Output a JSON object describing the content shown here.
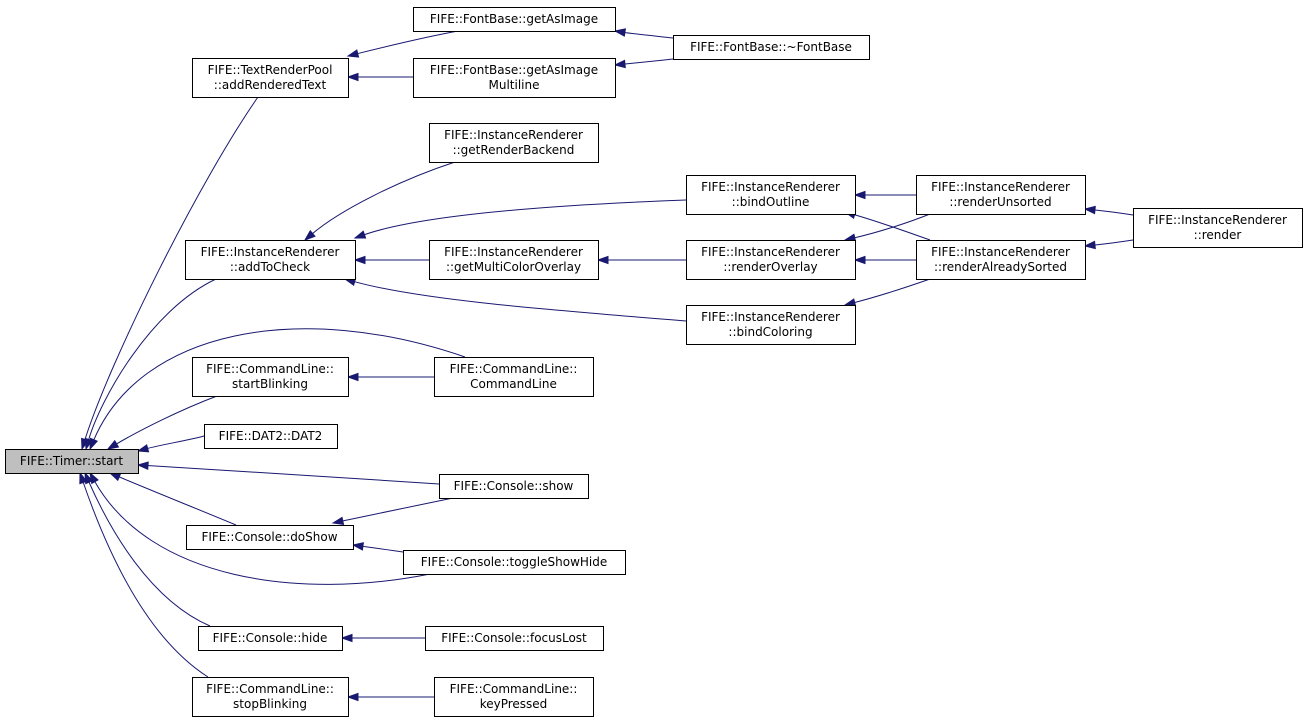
{
  "graph": {
    "nodes": [
      {
        "id": "timer_start",
        "lines": [
          "FIFE::Timer::start"
        ]
      },
      {
        "id": "trp_add",
        "lines": [
          "FIFE::TextRenderPool",
          "::addRenderedText"
        ]
      },
      {
        "id": "fb_getasimage",
        "lines": [
          "FIFE::FontBase::getAsImage"
        ]
      },
      {
        "id": "fb_getasimage_ml",
        "lines": [
          "FIFE::FontBase::getAsImage",
          "Multiline"
        ]
      },
      {
        "id": "fb_dtor",
        "lines": [
          "FIFE::FontBase::~FontBase"
        ]
      },
      {
        "id": "ir_getbackend",
        "lines": [
          "FIFE::InstanceRenderer",
          "::getRenderBackend"
        ]
      },
      {
        "id": "ir_addtocheck",
        "lines": [
          "FIFE::InstanceRenderer",
          "::addToCheck"
        ]
      },
      {
        "id": "ir_bindoutline",
        "lines": [
          "FIFE::InstanceRenderer",
          "::bindOutline"
        ]
      },
      {
        "id": "ir_getmulticolor",
        "lines": [
          "FIFE::InstanceRenderer",
          "::getMultiColorOverlay"
        ]
      },
      {
        "id": "ir_renderoverlay",
        "lines": [
          "FIFE::InstanceRenderer",
          "::renderOverlay"
        ]
      },
      {
        "id": "ir_bindcoloring",
        "lines": [
          "FIFE::InstanceRenderer",
          "::bindColoring"
        ]
      },
      {
        "id": "ir_renderunsorted",
        "lines": [
          "FIFE::InstanceRenderer",
          "::renderUnsorted"
        ]
      },
      {
        "id": "ir_renderalready",
        "lines": [
          "FIFE::InstanceRenderer",
          "::renderAlreadySorted"
        ]
      },
      {
        "id": "ir_render",
        "lines": [
          "FIFE::InstanceRenderer",
          "::render"
        ]
      },
      {
        "id": "cl_startblink",
        "lines": [
          "FIFE::CommandLine::",
          "startBlinking"
        ]
      },
      {
        "id": "cl_ctor",
        "lines": [
          "FIFE::CommandLine::",
          "CommandLine"
        ]
      },
      {
        "id": "dat2_ctor",
        "lines": [
          "FIFE::DAT2::DAT2"
        ]
      },
      {
        "id": "con_show",
        "lines": [
          "FIFE::Console::show"
        ]
      },
      {
        "id": "con_doshow",
        "lines": [
          "FIFE::Console::doShow"
        ]
      },
      {
        "id": "con_toggle",
        "lines": [
          "FIFE::Console::toggleShowHide"
        ]
      },
      {
        "id": "con_hide",
        "lines": [
          "FIFE::Console::hide"
        ]
      },
      {
        "id": "con_focuslost",
        "lines": [
          "FIFE::Console::focusLost"
        ]
      },
      {
        "id": "cl_stopblink",
        "lines": [
          "FIFE::CommandLine::",
          "stopBlinking"
        ]
      },
      {
        "id": "cl_keypressed",
        "lines": [
          "FIFE::CommandLine::",
          "keyPressed"
        ]
      }
    ],
    "edges": [
      {
        "from": "trp_add",
        "to": "timer_start"
      },
      {
        "from": "ir_addtocheck",
        "to": "timer_start"
      },
      {
        "from": "cl_ctor",
        "to": "timer_start"
      },
      {
        "from": "cl_startblink",
        "to": "timer_start"
      },
      {
        "from": "dat2_ctor",
        "to": "timer_start"
      },
      {
        "from": "con_show",
        "to": "timer_start"
      },
      {
        "from": "con_doshow",
        "to": "timer_start"
      },
      {
        "from": "con_toggle",
        "to": "timer_start"
      },
      {
        "from": "con_hide",
        "to": "timer_start"
      },
      {
        "from": "cl_stopblink",
        "to": "timer_start"
      },
      {
        "from": "fb_getasimage",
        "to": "trp_add"
      },
      {
        "from": "fb_getasimage_ml",
        "to": "trp_add"
      },
      {
        "from": "fb_dtor",
        "to": "fb_getasimage"
      },
      {
        "from": "fb_dtor",
        "to": "fb_getasimage_ml"
      },
      {
        "from": "ir_getbackend",
        "to": "ir_addtocheck"
      },
      {
        "from": "ir_bindoutline",
        "to": "ir_addtocheck"
      },
      {
        "from": "ir_getmulticolor",
        "to": "ir_addtocheck"
      },
      {
        "from": "ir_bindcoloring",
        "to": "ir_addtocheck"
      },
      {
        "from": "ir_renderoverlay",
        "to": "ir_getmulticolor"
      },
      {
        "from": "ir_renderunsorted",
        "to": "ir_bindoutline"
      },
      {
        "from": "ir_renderalready",
        "to": "ir_bindoutline"
      },
      {
        "from": "ir_renderunsorted",
        "to": "ir_renderoverlay"
      },
      {
        "from": "ir_renderalready",
        "to": "ir_renderoverlay"
      },
      {
        "from": "ir_renderalready",
        "to": "ir_bindcoloring"
      },
      {
        "from": "ir_render",
        "to": "ir_renderunsorted"
      },
      {
        "from": "ir_render",
        "to": "ir_renderalready"
      },
      {
        "from": "cl_ctor",
        "to": "cl_startblink"
      },
      {
        "from": "con_show",
        "to": "con_doshow"
      },
      {
        "from": "con_toggle",
        "to": "con_doshow"
      },
      {
        "from": "con_focuslost",
        "to": "con_hide"
      },
      {
        "from": "cl_keypressed",
        "to": "cl_stopblink"
      }
    ],
    "colors": {
      "edge": "#191970",
      "node_border": "#000000",
      "root_fill": "#bfbfbf",
      "node_fill": "#ffffff"
    }
  }
}
